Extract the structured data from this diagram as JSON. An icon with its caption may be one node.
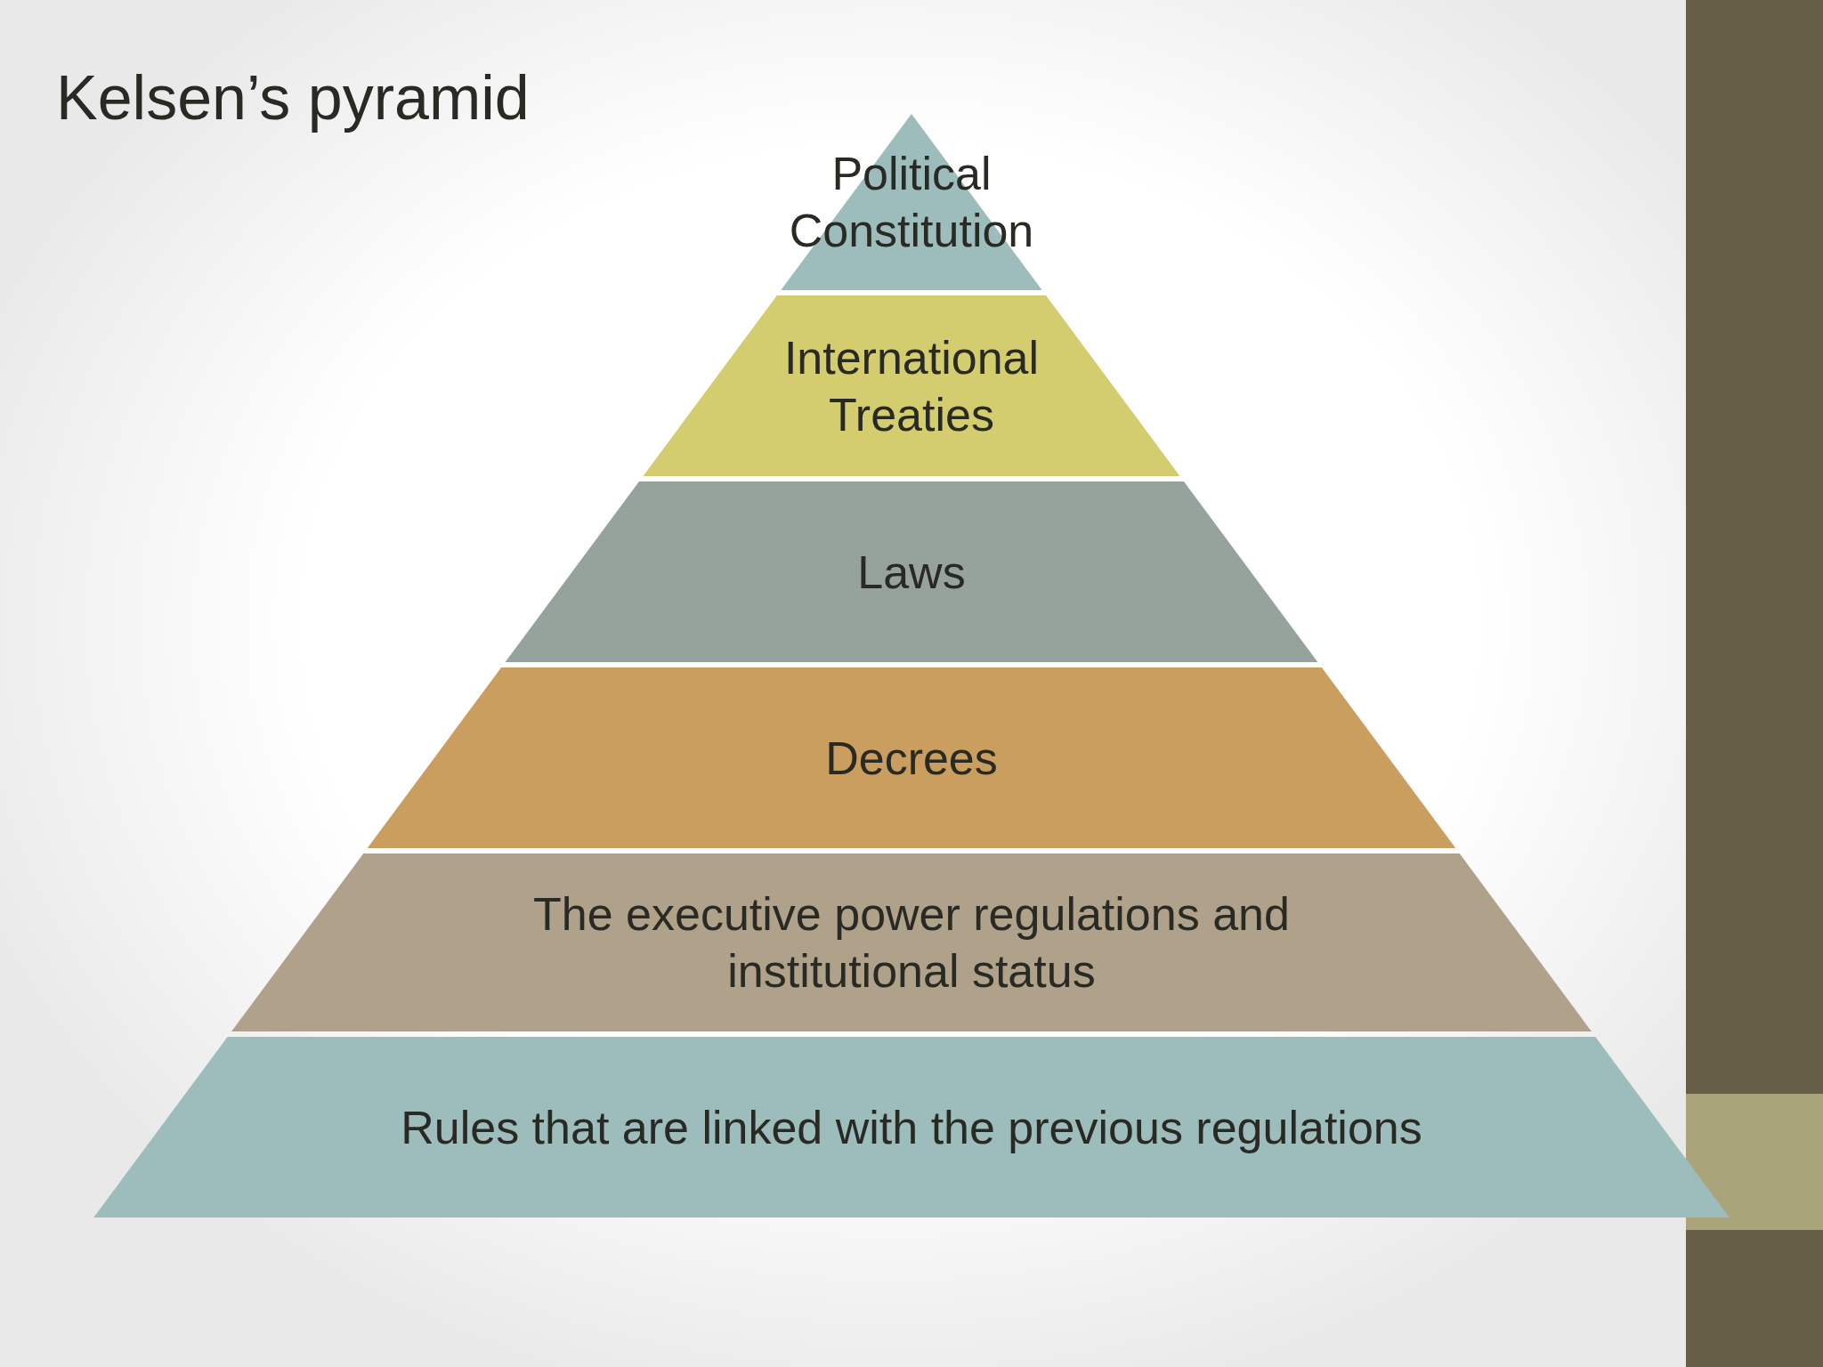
{
  "diagram": {
    "title": "Kelsen’s pyramid",
    "nodes": [
      {
        "text": [
          "Political Constitution"
        ]
      },
      {
        "text": [
          "International Treaties"
        ]
      },
      {
        "text": [
          "Laws"
        ]
      },
      {
        "text": [
          "Decrees"
        ]
      },
      {
        "text": [
          "The executive power regulations and institutional status"
        ]
      },
      {
        "text": [
          "Rules that are linked with the previous regulations"
        ]
      }
    ]
  }
}
